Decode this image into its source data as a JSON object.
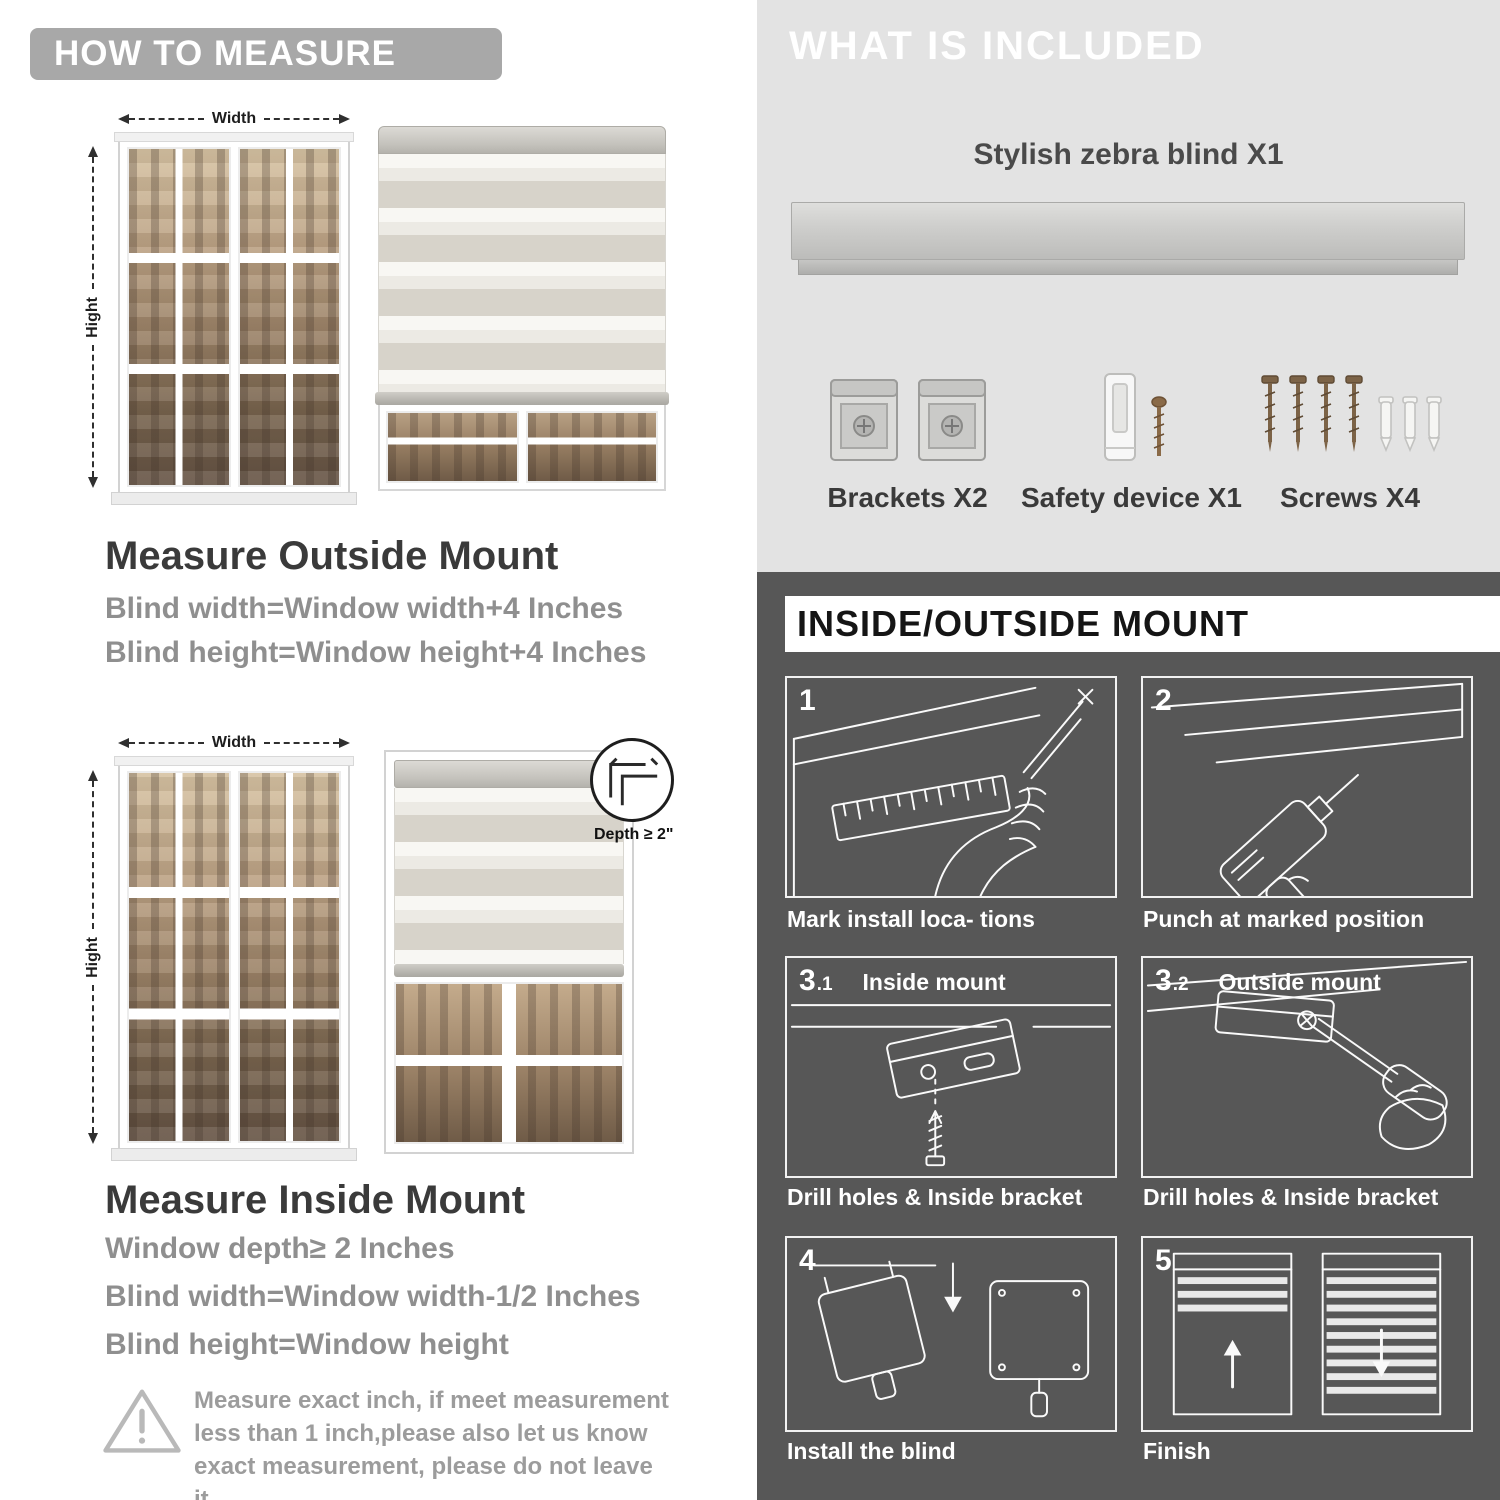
{
  "colors": {
    "header_pill": "#a8a8a8",
    "included_bg": "#e3e3e3",
    "mount_bg": "#575757"
  },
  "left": {
    "header": "HOW TO MEASURE",
    "labels": {
      "width": "Width",
      "height": "Hight"
    },
    "outside": {
      "title": "Measure Outside Mount",
      "lines": [
        "Blind width=Window width+4 Inches",
        "Blind height=Window height+4 Inches"
      ]
    },
    "inside": {
      "title": "Measure Inside Mount",
      "depth_label": "Depth ≥ 2\"",
      "lines": [
        "Window depth≥ 2 Inches",
        "Blind width=Window width-1/2 Inches",
        "Blind height=Window height"
      ]
    },
    "note": "Measure exact inch, if meet measurement less than 1 inch,please also let us know exact measurement, please do not leave it"
  },
  "right": {
    "included": {
      "header": "WHAT IS INCLUDED",
      "blind_label": "Stylish zebra blind X1",
      "parts": [
        {
          "name": "brackets",
          "label": "Brackets X2"
        },
        {
          "name": "safety-device",
          "label": "Safety device X1"
        },
        {
          "name": "screws",
          "label": "Screws X4"
        }
      ]
    },
    "mount": {
      "header": "INSIDE/OUTSIDE MOUNT",
      "steps": [
        {
          "num": "1",
          "sub": "",
          "label": "",
          "caption": "Mark install loca- tions"
        },
        {
          "num": "2",
          "sub": "",
          "label": "",
          "caption": "Punch at  marked position"
        },
        {
          "num": "3",
          "sub": ".1",
          "label": "Inside mount",
          "caption": "Drill holes &  Inside bracket"
        },
        {
          "num": "3",
          "sub": ".2",
          "label": "Outside mount",
          "caption": "Drill holes &  Inside bracket"
        },
        {
          "num": "4",
          "sub": "",
          "label": "",
          "caption": "Install the blind"
        },
        {
          "num": "5",
          "sub": "",
          "label": "",
          "caption": "Finish"
        }
      ]
    }
  }
}
